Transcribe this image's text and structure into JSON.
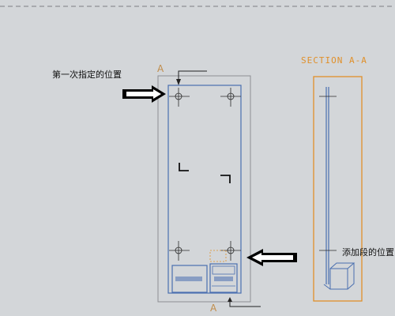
{
  "annotations": {
    "first_position": "第一次指定的位置",
    "add_segment_position": "添加段的位置"
  },
  "drawing": {
    "section_title": "SECTION A-A",
    "view_label_top": "A",
    "view_label_bottom": "A",
    "colors": {
      "background": "#d3d6d9",
      "sheet_border": "#7c7f82",
      "model_line": "#4a6fb0",
      "section_accent": "#e0902a",
      "view_label": "#c08c4a",
      "centerline": "#2a2a2a",
      "arrow": "#000000"
    }
  },
  "icons": {
    "left_arrow": "thick-right-arrow-icon",
    "right_arrow": "thick-left-arrow-icon"
  }
}
